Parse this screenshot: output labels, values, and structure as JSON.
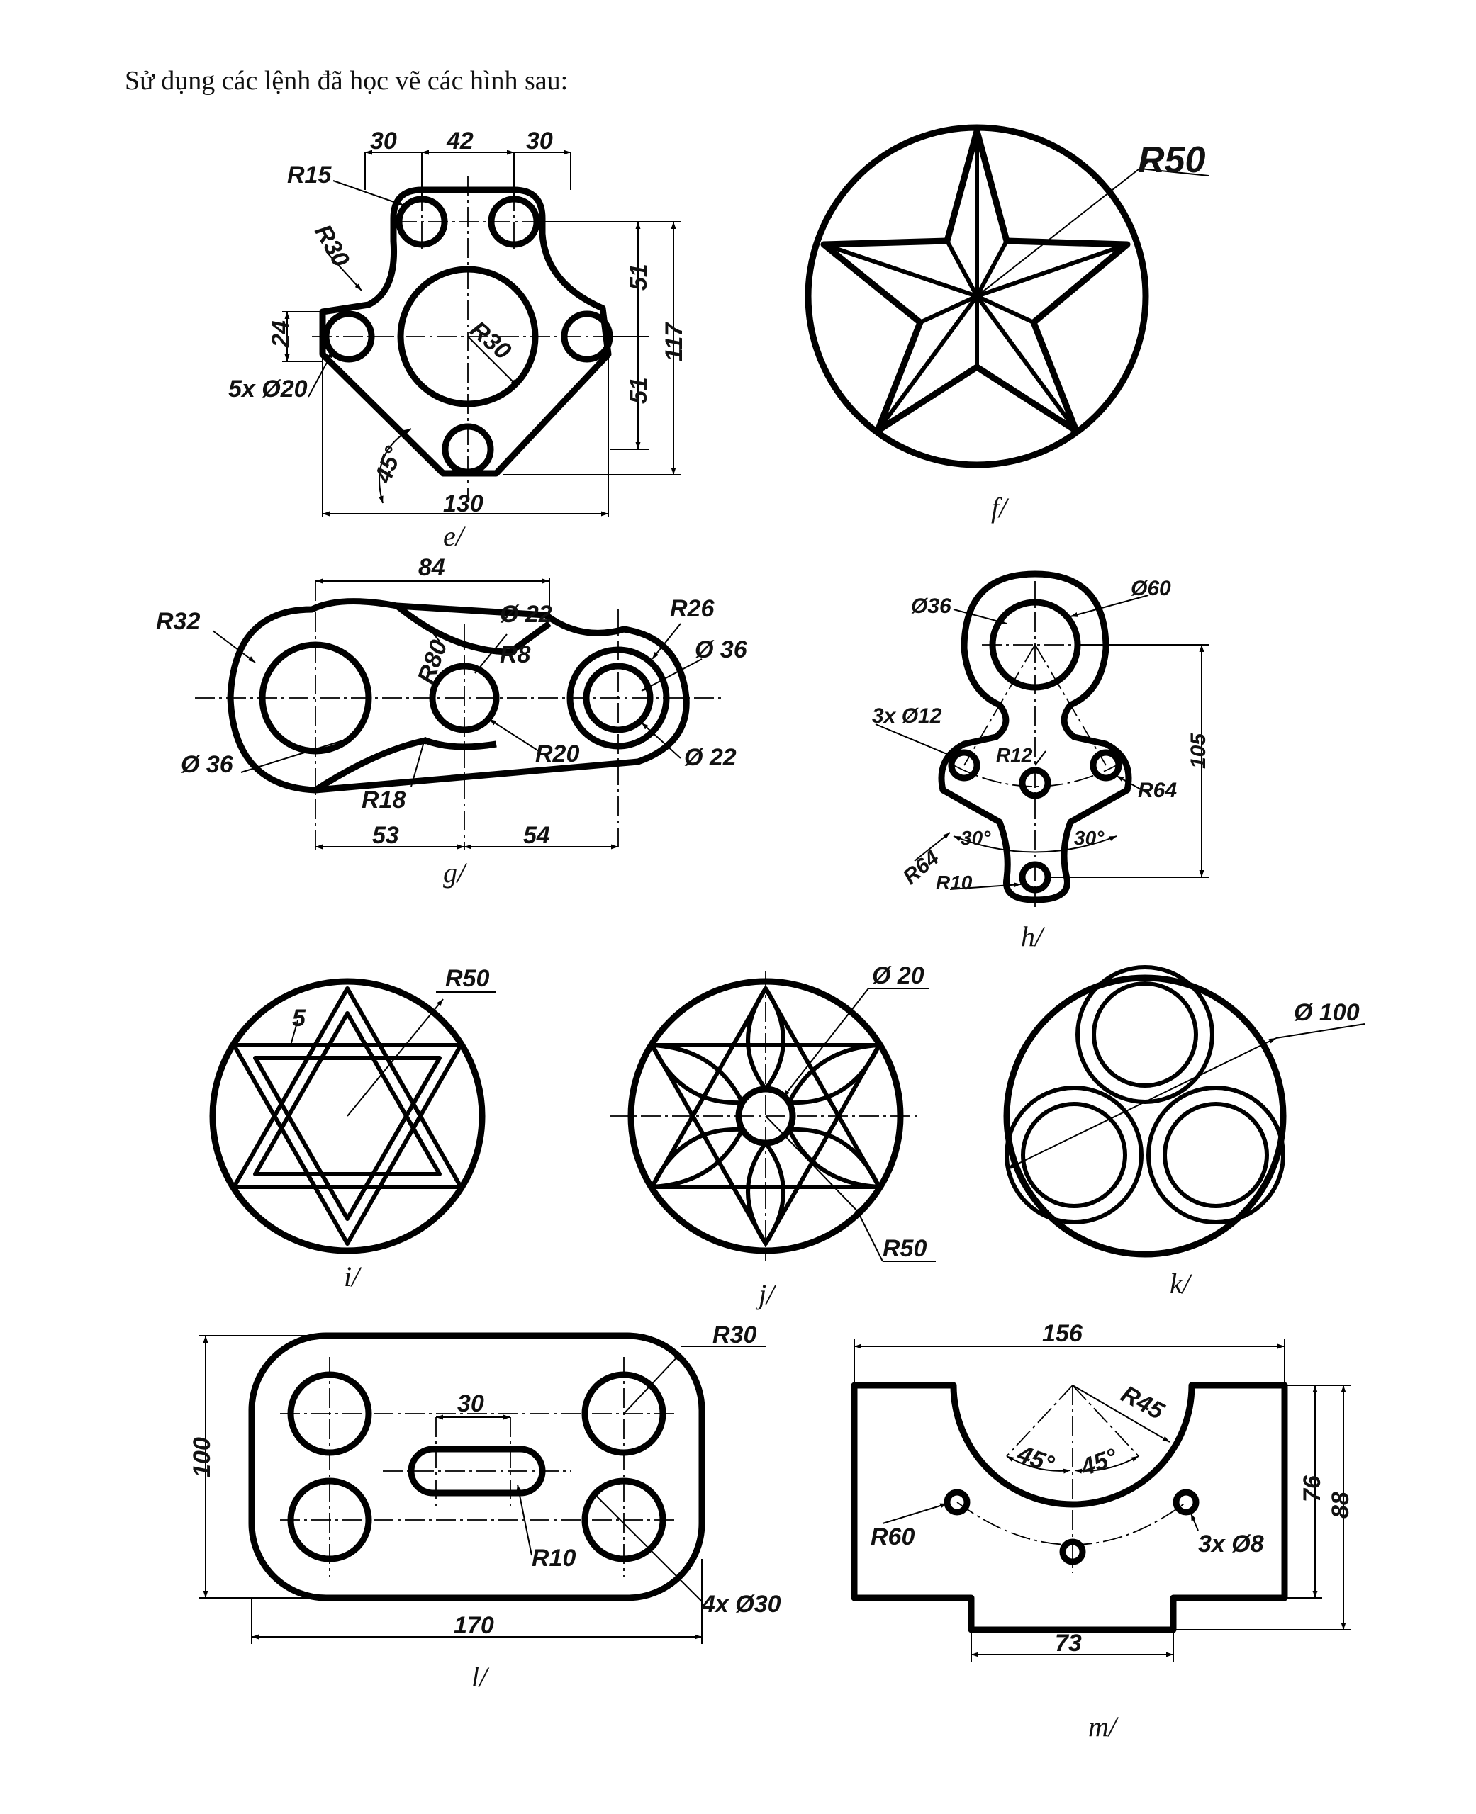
{
  "heading": "Sử dụng các lệnh đã học vẽ các hình sau:",
  "figures": {
    "e": {
      "caption": "e/",
      "dims": [
        "30",
        "42",
        "30",
        "R15",
        "R30",
        "24",
        "5x Ø20",
        "R30",
        "51",
        "51",
        "117",
        "45°",
        "130"
      ]
    },
    "f": {
      "caption": "f/",
      "dims": [
        "R50"
      ]
    },
    "g": {
      "caption": "g/",
      "dims": [
        "84",
        "R32",
        "Ø 22",
        "R26",
        "R80",
        "R8",
        "Ø 36",
        "Ø 36",
        "R20",
        "Ø 22",
        "R18",
        "53",
        "54"
      ]
    },
    "h": {
      "caption": "h/",
      "dims": [
        "Ø36",
        "Ø60",
        "3x Ø12",
        "R12",
        "105",
        "R64",
        "R64",
        "30°",
        "30°",
        "R10"
      ]
    },
    "i": {
      "caption": "i/",
      "dims": [
        "R50",
        "5"
      ]
    },
    "j": {
      "caption": "j/",
      "dims": [
        "Ø 20",
        "R50"
      ]
    },
    "k": {
      "caption": "k/",
      "dims": [
        "Ø 100"
      ]
    },
    "l": {
      "caption": "l/",
      "dims": [
        "R30",
        "30",
        "100",
        "R10",
        "4x Ø30",
        "170"
      ]
    },
    "m": {
      "caption": "m/",
      "dims": [
        "156",
        "R45",
        "45°",
        "45°",
        "76",
        "88",
        "R60",
        "3x Ø8",
        "73"
      ]
    }
  }
}
